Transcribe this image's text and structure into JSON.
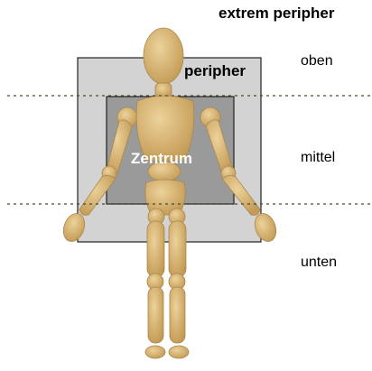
{
  "labels": {
    "extreme_peripheral": "extrem peripher",
    "peripheral": "peripher",
    "center": "Zentrum",
    "row_top": "oben",
    "row_middle": "mittel",
    "row_bottom": "unten"
  },
  "colors": {
    "peripheral_zone": "#d3d3d3",
    "center_zone": "#9a9a9a",
    "mannequin_wood": "#d7b574",
    "mannequin_shadow": "#b8955a",
    "divider_line": "#4a4a2a"
  }
}
